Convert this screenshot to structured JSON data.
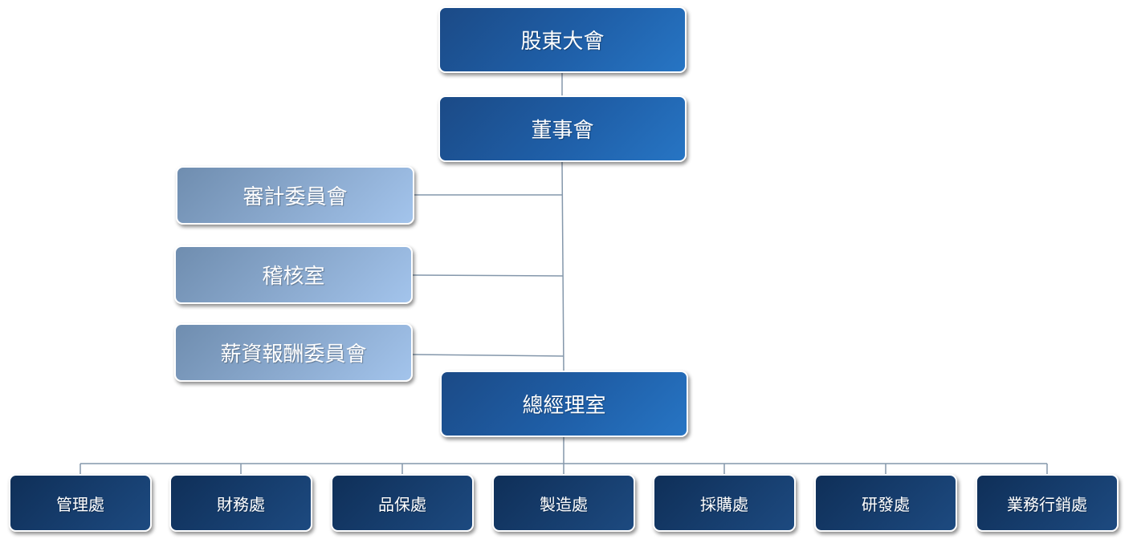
{
  "org_chart": {
    "top": {
      "shareholders": "股東大會",
      "board": "董事會",
      "general_manager": "總經理室"
    },
    "committees": [
      "審計委員會",
      "稽核室",
      "薪資報酬委員會"
    ],
    "departments": [
      "管理處",
      "財務處",
      "品保處",
      "製造處",
      "採購處",
      "研發處",
      "業務行銷處"
    ]
  }
}
